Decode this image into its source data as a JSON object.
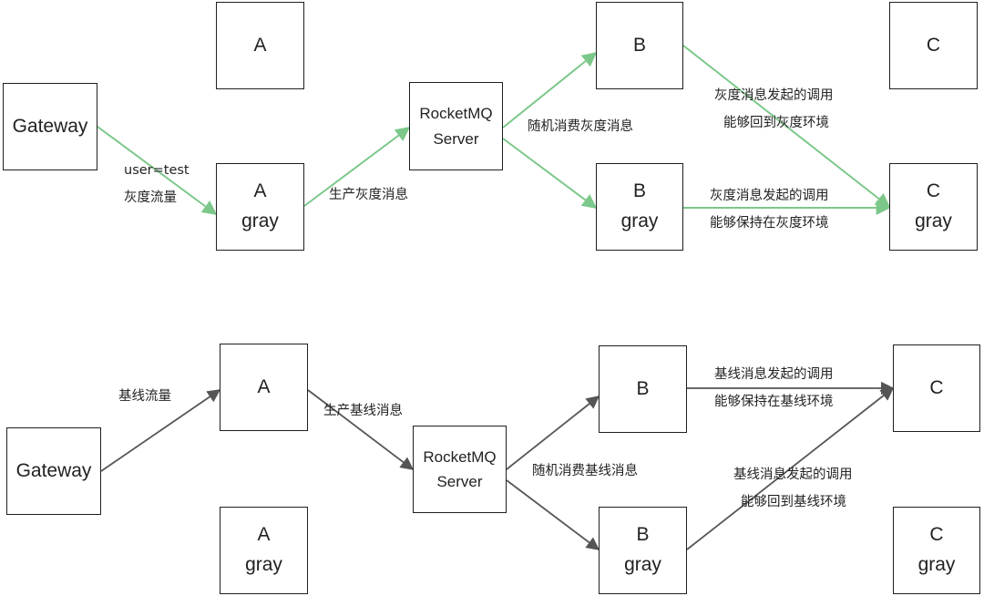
{
  "colors": {
    "gray_flow": "#7cc88a",
    "base_flow": "#555555",
    "border": "#1f1f1f"
  },
  "top": {
    "gateway": "Gateway",
    "a": "A",
    "a_gray": {
      "line1": "A",
      "line2": "gray"
    },
    "mq": {
      "line1": "RocketMQ",
      "line2": "Server"
    },
    "b": "B",
    "b_gray": {
      "line1": "B",
      "line2": "gray"
    },
    "c": "C",
    "c_gray": {
      "line1": "C",
      "line2": "gray"
    },
    "label_user": {
      "line1": "user=test",
      "line2": "灰度流量"
    },
    "label_produce": "生产灰度消息",
    "label_consume": "随机消费灰度消息",
    "label_b_to_c": {
      "line1": "灰度消息发起的调用",
      "line2": "能够回到灰度环境"
    },
    "label_bgray_to_cgray": {
      "line1": "灰度消息发起的调用",
      "line2": "能够保持在灰度环境"
    }
  },
  "bottom": {
    "gateway": "Gateway",
    "a": "A",
    "a_gray": {
      "line1": "A",
      "line2": "gray"
    },
    "mq": {
      "line1": "RocketMQ",
      "line2": "Server"
    },
    "b": "B",
    "b_gray": {
      "line1": "B",
      "line2": "gray"
    },
    "c": "C",
    "c_gray": {
      "line1": "C",
      "line2": "gray"
    },
    "label_base_traffic": "基线流量",
    "label_produce": "生产基线消息",
    "label_consume": "随机消费基线消息",
    "label_b_to_c": {
      "line1": "基线消息发起的调用",
      "line2": "能够保持在基线环境"
    },
    "label_bgray_to_c": {
      "line1": "基线消息发起的调用",
      "line2": "能够回到基线环境"
    }
  }
}
